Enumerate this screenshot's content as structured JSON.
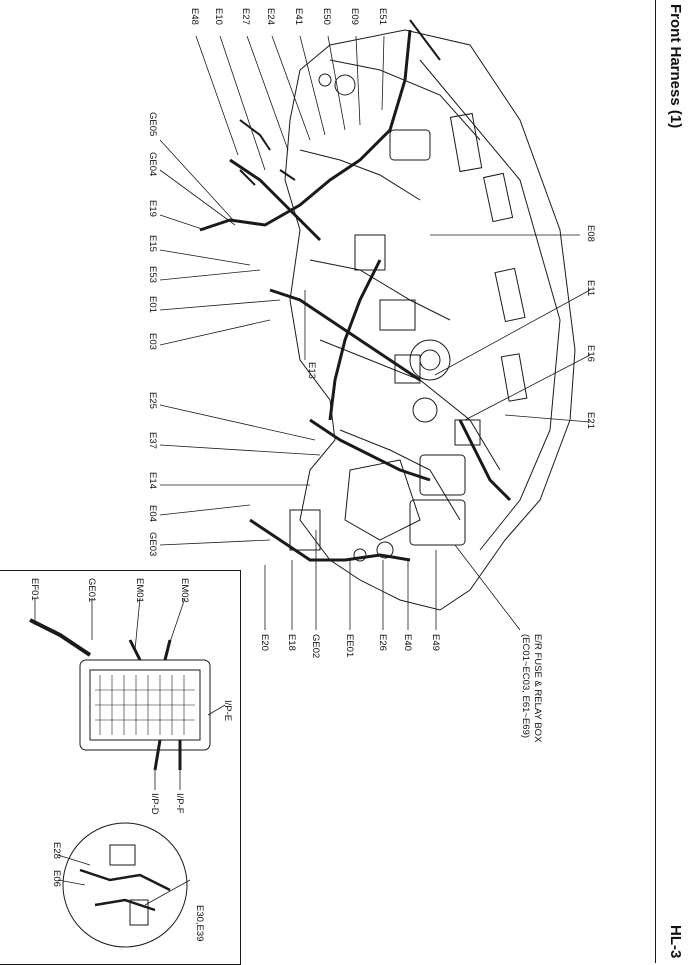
{
  "header": {
    "title": "Front Harness (1)",
    "page_code": "HL-3"
  },
  "main_diagram": {
    "callouts_left_column": [
      "E48",
      "E10",
      "E27",
      "E24",
      "E41",
      "E50",
      "E09",
      "E51"
    ],
    "callouts_ground_group": [
      "GE05",
      "GE04",
      "E19",
      "E15",
      "E53",
      "E01",
      "E03"
    ],
    "callouts_lower_left": [
      "E25",
      "E37",
      "E14",
      "E04",
      "GE03"
    ],
    "callout_e13": "E13",
    "callouts_bottom_row": [
      "E20",
      "E18",
      "GE02",
      "EE01",
      "E26",
      "E40",
      "E49"
    ],
    "callouts_right_side": [
      "E08",
      "E11",
      "E16",
      "E21"
    ],
    "fuse_box_label_line1": "E/R FUSE & RELAY BOX",
    "fuse_box_label_line2": "(EC01~EC03, E61~E69)"
  },
  "inset_fuse_box": {
    "labels": [
      "EF01",
      "GE01",
      "EM01",
      "EM02",
      "I/P-E",
      "I/P-D",
      "I/P-F"
    ]
  },
  "inset_detail": {
    "labels": [
      "E28",
      "E06",
      "E30,E39"
    ]
  },
  "colors": {
    "ink": "#1a1a1a",
    "paper": "#ffffff",
    "shade": "#bdbdbd"
  }
}
